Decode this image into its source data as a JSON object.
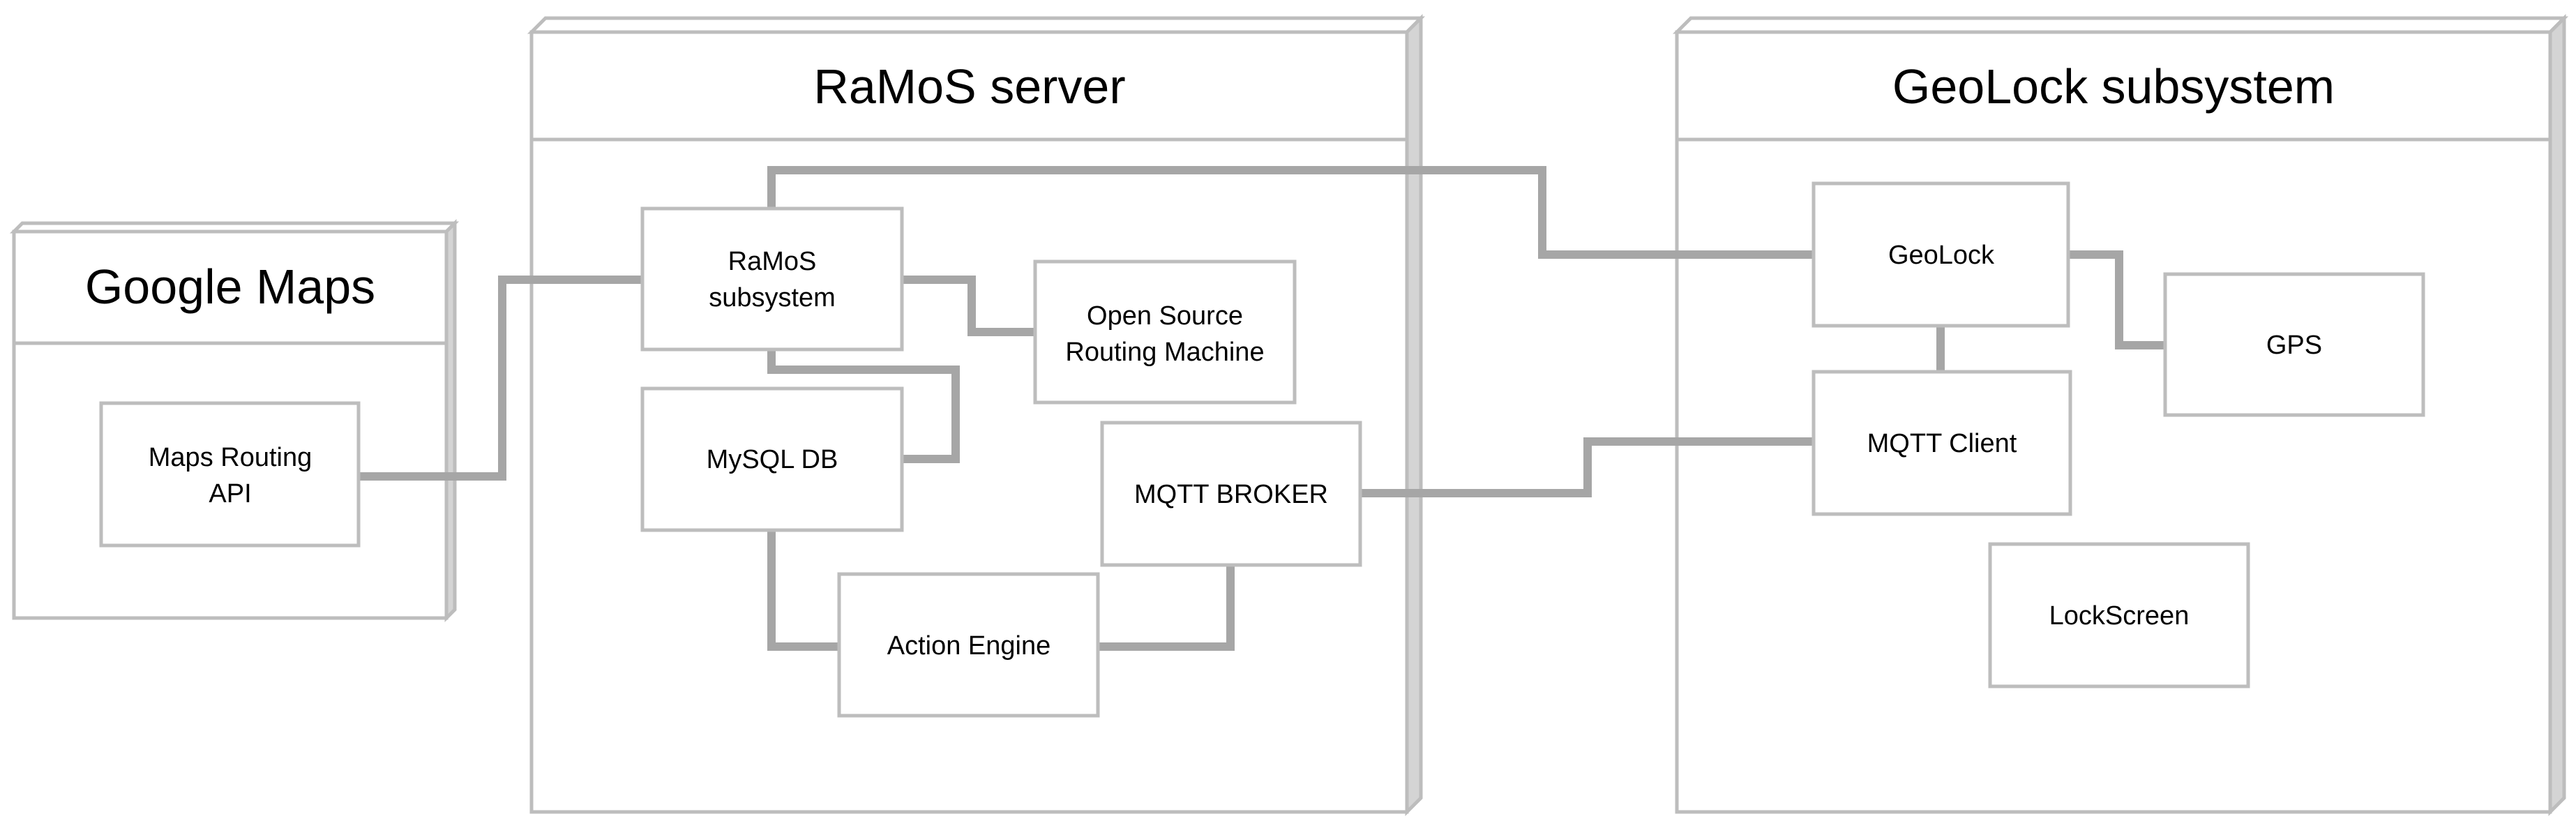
{
  "nodes": {
    "google_maps": {
      "title": "Google Maps"
    },
    "ramos_server": {
      "title": "RaMoS server"
    },
    "geolock_subsystem": {
      "title": "GeoLock subsystem"
    }
  },
  "components": {
    "maps_routing_api": [
      "Maps Routing",
      "API"
    ],
    "ramos_subsystem": [
      "RaMoS",
      "subsystem"
    ],
    "osrm": [
      "Open Source",
      "Routing Machine"
    ],
    "mysql_db": [
      "MySQL DB"
    ],
    "mqtt_broker": [
      "MQTT BROKER"
    ],
    "action_engine": [
      "Action Engine"
    ],
    "geolock": [
      "GeoLock"
    ],
    "gps": [
      "GPS"
    ],
    "mqtt_client": [
      "MQTT Client"
    ],
    "lockscreen": [
      "LockScreen"
    ]
  }
}
